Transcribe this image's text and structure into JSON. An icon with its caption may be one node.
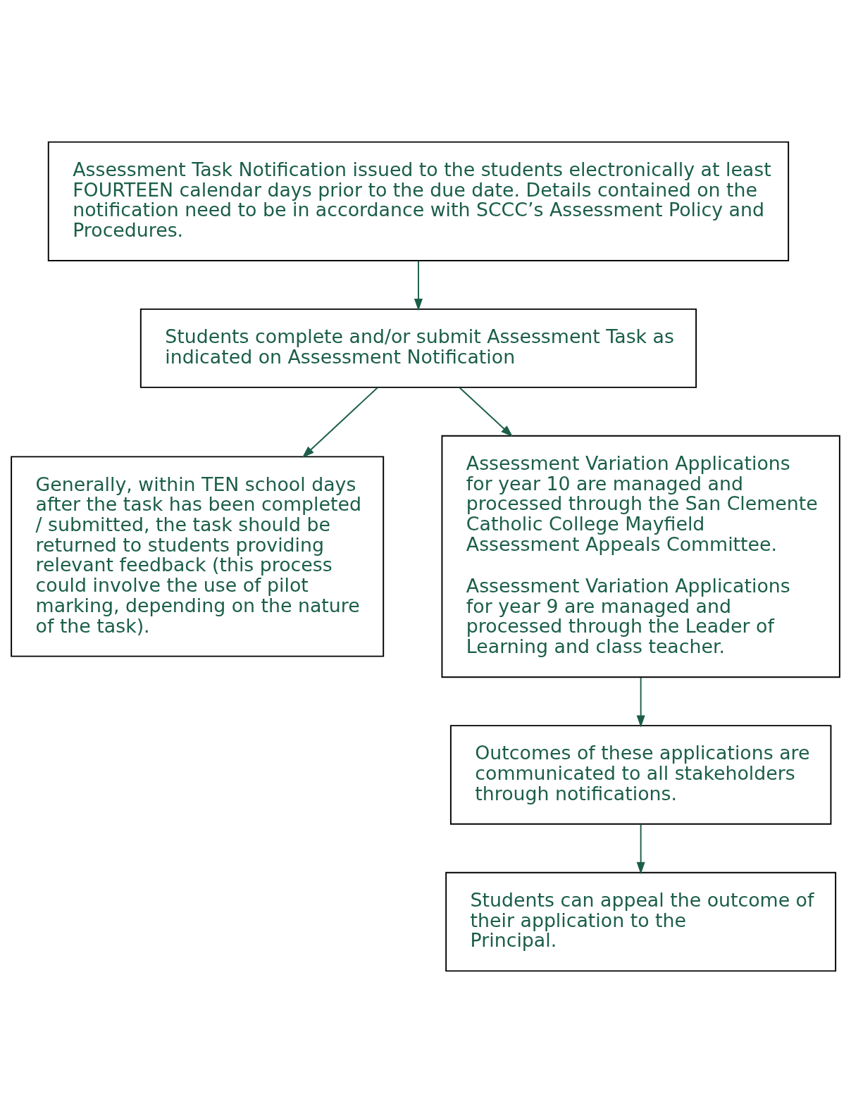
{
  "diagram": {
    "nodes": [
      {
        "text": [
          "Assessment Task Notification issued to the students electronically at least FOURTEEN calendar days prior to the due date. Details contained on the notification need to be in accordance with SCCC’s Assessment Policy and Procedures."
        ]
      },
      {
        "text": [
          "Students complete and/or submit Assessment Task as indicated on Assessment Notification"
        ]
      },
      {
        "text": [
          "Generally, within TEN school days after the task has been completed / submitted, the task should be returned to students providing relevant feedback (this process could involve the use of pilot marking, depending on the nature of the task)."
        ]
      },
      {
        "text": [
          "Assessment Variation Applications for year 10 are managed and processed through the San Clemente Catholic College Mayfield Assessment Appeals Committee.",
          "Assessment Variation Applications for year 9 are managed and processed through the Leader of Learning and class teacher."
        ]
      },
      {
        "text": [
          "Outcomes of these applications are communicated to all stakeholders through notifications."
        ]
      },
      {
        "text": [
          "Students can appeal the outcome of their application to the Principal."
        ]
      }
    ],
    "edges": [
      {
        "from": 0,
        "to": 1,
        "arrow": "to"
      },
      {
        "from": 1,
        "to": 2,
        "arrow": "to"
      },
      {
        "from": 1,
        "to": 3,
        "arrow": "to"
      },
      {
        "from": 3,
        "to": 4,
        "arrow": "to"
      },
      {
        "from": 4,
        "to": 5,
        "arrow": "to"
      }
    ]
  }
}
